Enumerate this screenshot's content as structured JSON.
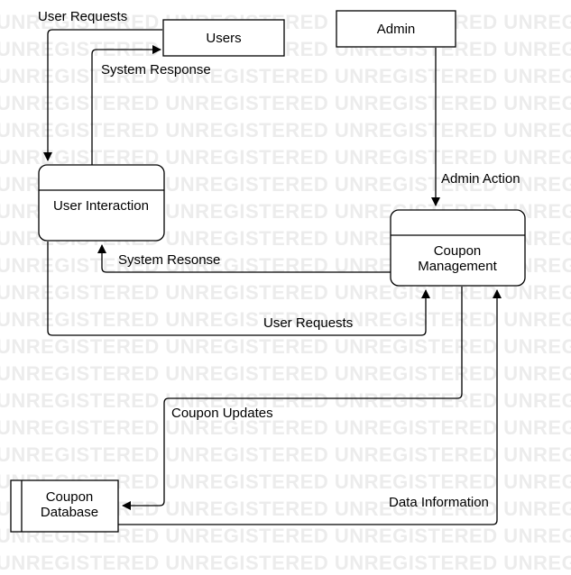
{
  "watermark": {
    "text": "UNREGISTERED UNREGISTERED UNREGISTERED UNREGISTERED UN"
  },
  "nodes": {
    "users": {
      "label": "Users"
    },
    "admin": {
      "label": "Admin"
    },
    "user_interaction": {
      "label": "User Interaction"
    },
    "coupon_management": {
      "line1": "Coupon",
      "line2": "Management"
    },
    "coupon_database": {
      "line1": "Coupon",
      "line2": "Database"
    }
  },
  "edges": {
    "users_to_ui": "User Requests",
    "ui_to_users": "System Response",
    "admin_to_cm": "Admin Action",
    "cm_to_ui": "System Resonse",
    "ui_to_cm": "User Requests",
    "cm_to_db": "Coupon Updates",
    "db_to_cm": "Data Information"
  },
  "colors": {
    "stroke": "#000000",
    "watermark": "#ececec"
  }
}
